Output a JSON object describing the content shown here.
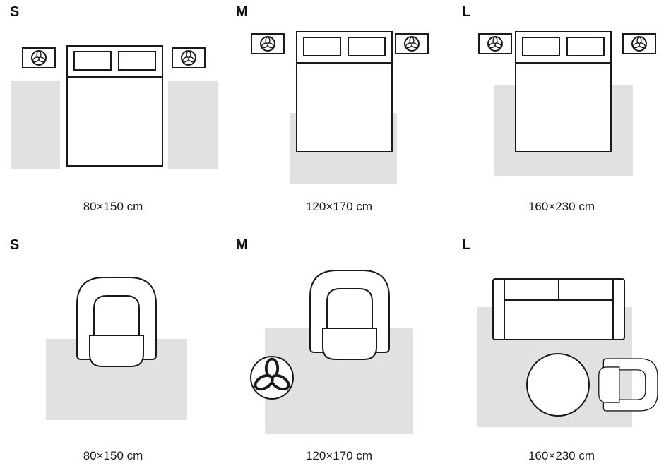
{
  "page": {
    "background": "#ffffff",
    "line_color": "#1a1a1a",
    "rug_color": "#e1e1e1",
    "description": "Rug size guide diagram"
  },
  "icons": {
    "plant": "plant-top-view-icon",
    "bed": "double-bed-top-view-icon",
    "armchair": "armchair-top-view-icon",
    "sofa": "sofa-top-view-icon",
    "coffee_table": "round-coffee-table-icon",
    "nightstand": "nightstand-with-plant-icon"
  },
  "guide": {
    "rows": [
      {
        "scene": "bedroom",
        "cells": [
          {
            "size_label": "S",
            "dimensions": "80×150 cm"
          },
          {
            "size_label": "M",
            "dimensions": "120×170 cm"
          },
          {
            "size_label": "L",
            "dimensions": "160×230 cm"
          }
        ]
      },
      {
        "scene": "living-room",
        "cells": [
          {
            "size_label": "S",
            "dimensions": "80×150 cm"
          },
          {
            "size_label": "M",
            "dimensions": "120×170 cm"
          },
          {
            "size_label": "L",
            "dimensions": "160×230 cm"
          }
        ]
      }
    ]
  }
}
